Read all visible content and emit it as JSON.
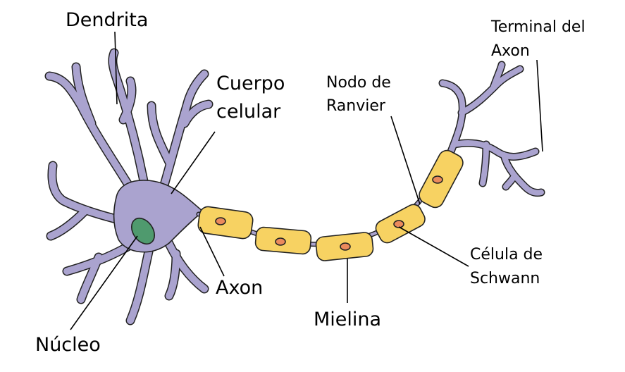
{
  "labels": {
    "dendrita": "Dendrita",
    "cuerpo_1": "Cuerpo",
    "cuerpo_2": "celular",
    "nodo_1": "Nodo de",
    "nodo_2": "Ranvier",
    "terminal_1": "Terminal del",
    "terminal_2": "Axon",
    "axon": "Axon",
    "mielina": "Mielina",
    "celula_1": "Célula de",
    "celula_2": "Schwann",
    "nucleo": "Núcleo"
  },
  "colors": {
    "neuron": "#aaa3cf",
    "myelin": "#f7d262",
    "schwann_nucleus": "#eb8a5c",
    "cell_nucleus": "#4f9a6e",
    "outline": "#222222"
  }
}
